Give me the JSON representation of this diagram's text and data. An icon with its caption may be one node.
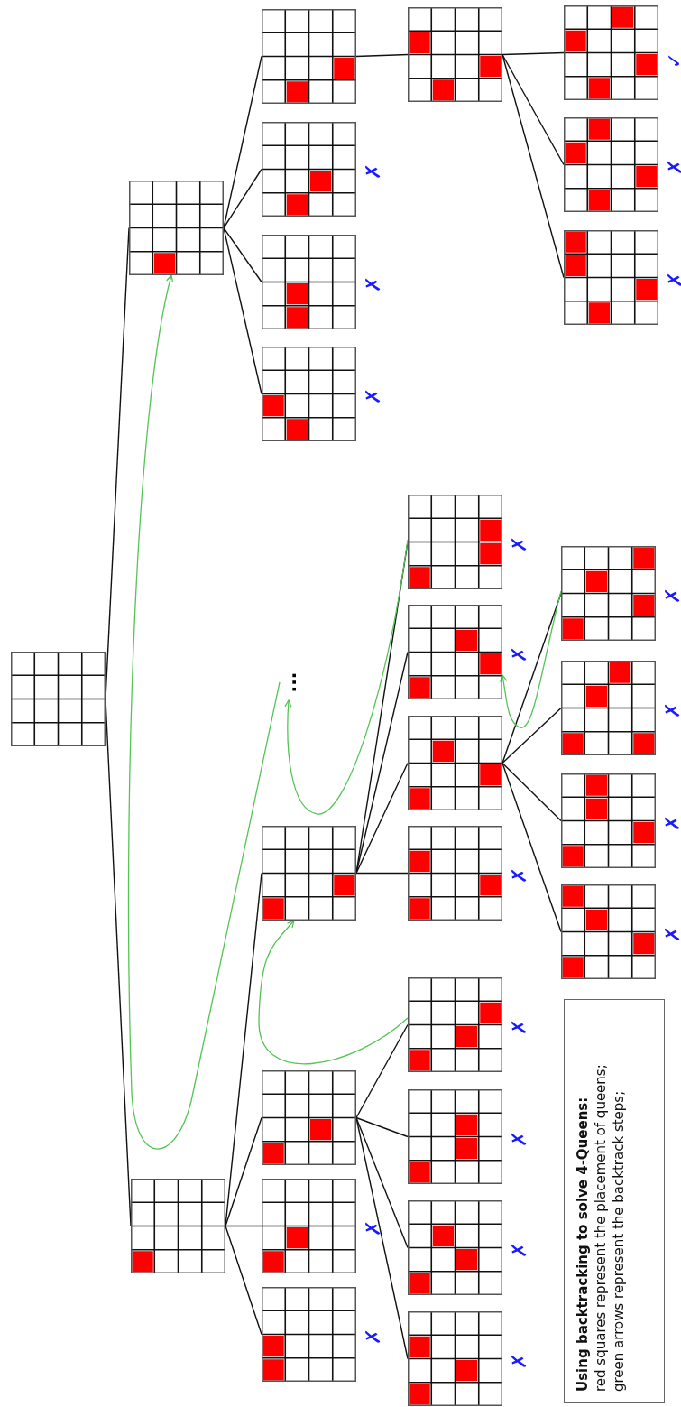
{
  "diagram": {
    "nodes": [
      {
        "text": [],
        "shape": "grid"
      },
      {
        "text": [],
        "shape": "grid"
      },
      {
        "text": [],
        "shape": "grid"
      },
      {
        "text": [],
        "shape": "grid"
      },
      {
        "text": [],
        "shape": "grid",
        "beside": [
          "✗"
        ]
      },
      {
        "text": [],
        "shape": "grid",
        "beside": [
          "✗"
        ]
      },
      {
        "text": [],
        "shape": "grid",
        "beside": [
          "✗"
        ]
      },
      {
        "text": [
          "..."
        ]
      },
      {
        "text": [],
        "shape": "grid"
      },
      {
        "text": [],
        "shape": "grid"
      },
      {
        "text": [],
        "shape": "grid",
        "beside": [
          "✗"
        ]
      },
      {
        "text": [],
        "shape": "grid",
        "beside": [
          "✗"
        ]
      },
      {
        "text": [],
        "shape": "grid"
      },
      {
        "text": [],
        "shape": "grid",
        "beside": [
          "✗"
        ]
      },
      {
        "text": [],
        "shape": "grid",
        "beside": [
          "✗"
        ]
      },
      {
        "text": [],
        "shape": "grid"
      },
      {
        "text": [],
        "shape": "grid",
        "beside": [
          "✗"
        ]
      },
      {
        "text": [],
        "shape": "grid",
        "beside": [
          "✗"
        ]
      },
      {
        "text": [],
        "shape": "grid",
        "beside": [
          "✗"
        ]
      },
      {
        "text": [],
        "shape": "grid",
        "beside": [
          "✗"
        ]
      },
      {
        "text": [],
        "shape": "grid",
        "beside": [
          "✗"
        ]
      },
      {
        "text": [],
        "shape": "grid",
        "beside": [
          "✓"
        ]
      },
      {
        "text": [],
        "shape": "grid",
        "beside": [
          "✗"
        ]
      },
      {
        "text": [],
        "shape": "grid",
        "beside": [
          "✗"
        ]
      },
      {
        "text": [],
        "shape": "grid",
        "beside": [
          "✗"
        ]
      },
      {
        "text": [],
        "shape": "grid",
        "beside": [
          "✗"
        ]
      },
      {
        "text": [],
        "shape": "grid",
        "beside": [
          "✗"
        ]
      },
      {
        "text": [],
        "shape": "grid",
        "beside": [
          "✗"
        ]
      },
      {
        "text": [
          "Using backtracking to solve 4-Queens:",
          "red squares represent the placement of queens; green arrows represent the backtrack steps;"
        ]
      }
    ],
    "edges": [
      {
        "from": 0,
        "to": 1,
        "arrow": "none"
      },
      {
        "from": 0,
        "to": 2,
        "arrow": "none"
      },
      {
        "from": 1,
        "to": 3,
        "arrow": "none"
      },
      {
        "from": 1,
        "to": 4,
        "arrow": "none"
      },
      {
        "from": 1,
        "to": 5,
        "arrow": "none"
      },
      {
        "from": 1,
        "to": 6,
        "arrow": "none"
      },
      {
        "from": 2,
        "to": 8,
        "arrow": "none"
      },
      {
        "from": 2,
        "to": 9,
        "arrow": "none"
      },
      {
        "from": 2,
        "to": 10,
        "arrow": "none"
      },
      {
        "from": 2,
        "to": 11,
        "arrow": "none"
      },
      {
        "from": 3,
        "to": 12,
        "arrow": "none"
      },
      {
        "from": 12,
        "to": 21,
        "arrow": "none"
      },
      {
        "from": 12,
        "to": 22,
        "arrow": "none"
      },
      {
        "from": 12,
        "to": 23,
        "arrow": "none"
      },
      {
        "from": 8,
        "to": 13,
        "arrow": "none"
      },
      {
        "from": 8,
        "to": 14,
        "arrow": "none"
      },
      {
        "from": 8,
        "to": 15,
        "arrow": "none"
      },
      {
        "from": 8,
        "to": 16,
        "arrow": "none"
      },
      {
        "from": 9,
        "to": 17,
        "arrow": "none"
      },
      {
        "from": 9,
        "to": 18,
        "arrow": "none"
      },
      {
        "from": 9,
        "to": 19,
        "arrow": "none"
      },
      {
        "from": 9,
        "to": 20,
        "arrow": "none"
      },
      {
        "from": 15,
        "to": 24,
        "arrow": "none"
      },
      {
        "from": 15,
        "to": 25,
        "arrow": "none"
      },
      {
        "from": 15,
        "to": 26,
        "arrow": "none"
      },
      {
        "from": 15,
        "to": 27,
        "arrow": "none"
      },
      {
        "from": 17,
        "to": 8,
        "arrow": "to",
        "color": "#55c455"
      },
      {
        "from": 13,
        "to": 7,
        "arrow": "to",
        "color": "#55c455"
      },
      {
        "from": 7,
        "to": 1,
        "arrow": "to",
        "color": "#55c455"
      },
      {
        "from": 24,
        "to": 14,
        "arrow": "to",
        "color": "#55c455"
      }
    ]
  }
}
